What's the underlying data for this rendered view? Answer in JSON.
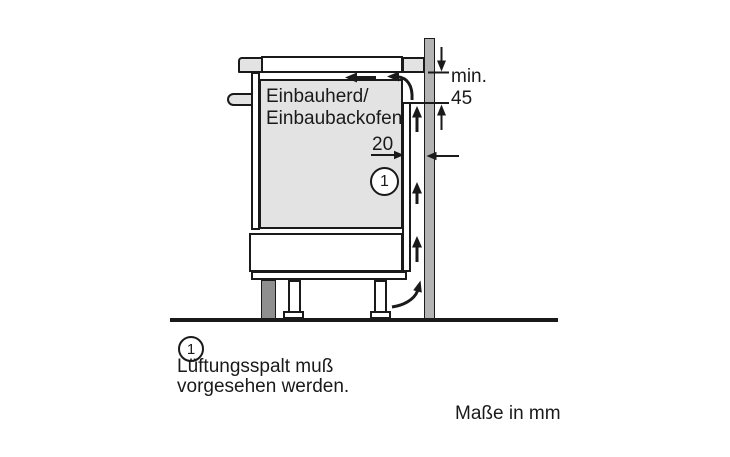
{
  "diagram": {
    "labels": {
      "unit_label_line1": "Einbauherd/",
      "unit_label_line2": "Einbaubackofen",
      "dim_min": "min.",
      "dim_45": "45",
      "dim_20": "20",
      "callout_number": "1",
      "footnote_number": "1",
      "footnote_line1": "Lüftungsspalt muß",
      "footnote_line2": "vorgesehen werden.",
      "units_note": "Maße in mm"
    },
    "colors": {
      "light_gray": "#e3e3e3",
      "wall_gray": "#b3b3b3",
      "plinth_gray": "#8f8f8f",
      "line": "#1a1a1a"
    }
  }
}
